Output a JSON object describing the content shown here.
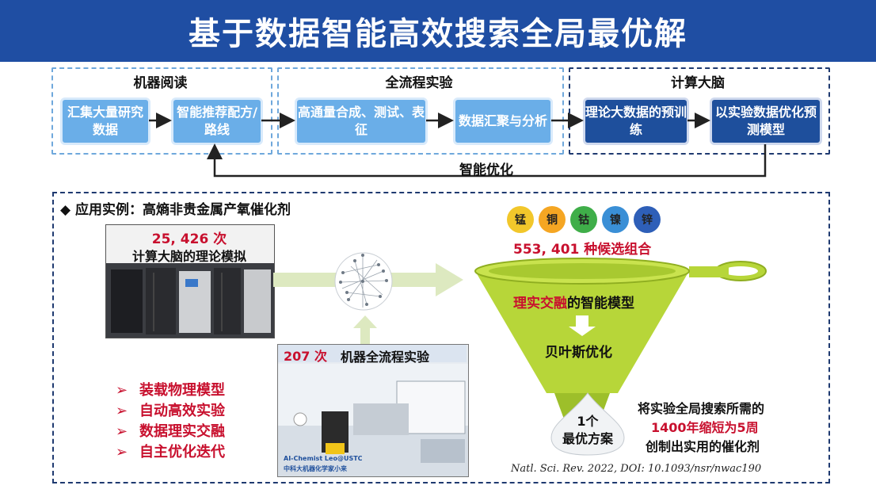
{
  "title": "基于数据智能高效搜索全局最优解",
  "groups": {
    "reading": "机器阅读",
    "workflow": "全流程实验",
    "brain": "计算大脑"
  },
  "steps": [
    "汇集大量研究数据",
    "智能推荐配方/路线",
    "高通量合成、测试、表征",
    "数据汇聚与分析",
    "理论大数据的预训练",
    "以实验数据优化预测模型"
  ],
  "feedback_label": "智能优化",
  "example": {
    "heading": "◆ 应用实例：高熵非贵金属产氧催化剂",
    "sim_count": "25, 426 次",
    "sim_label": "计算大脑的理论模拟",
    "exp_count": "207 次",
    "exp_label": "机器全流程实验",
    "robot_caption_1": "AI-Chemist Leo@USTC",
    "robot_caption_2": "中科大机器化学家小来",
    "elements": [
      "锰",
      "铜",
      "钴",
      "镍",
      "锌"
    ],
    "element_colors": [
      "#f2c72b",
      "#f5a623",
      "#3fae49",
      "#3a8fd6",
      "#2e5fb8"
    ],
    "candidates": "553, 401 种候选组合",
    "model_label_a": "理实交融",
    "model_label_b": "的智能模型",
    "bayes": "贝叶斯优化",
    "optimum_1": "1个",
    "optimum_2": "最优方案",
    "features": [
      "装载物理模型",
      "自动高效实验",
      "数据理实交融",
      "自主优化迭代"
    ],
    "result_1": "将实验全局搜索所需的",
    "result_2": "1400年缩短为5周",
    "result_3": "创制出实用的催化剂",
    "citation": "Natl. Sci. Rev. 2022, DOI: 10.1093/nsr/nwac190"
  },
  "colors": {
    "banner": "#1f4ea3",
    "light_box": "#6aaee8",
    "dark_box": "#1e4f9c",
    "funnel": "#b7d639",
    "highlight_red": "#c8102e"
  }
}
